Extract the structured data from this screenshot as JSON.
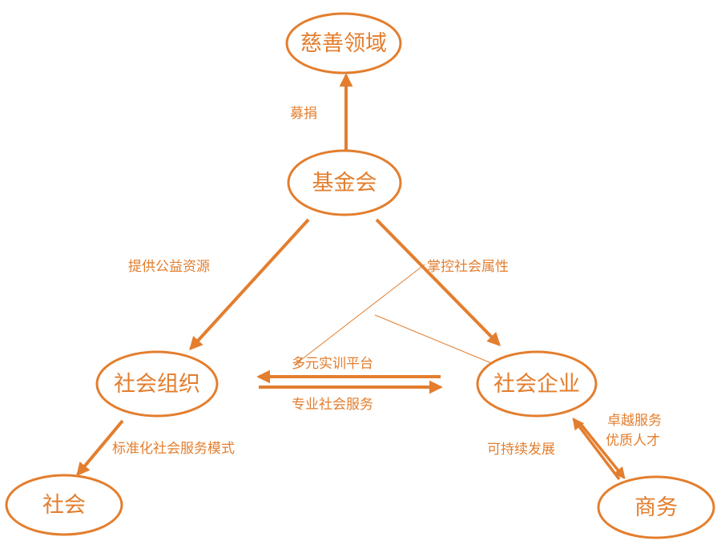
{
  "colors": {
    "primary": "#E37E2E",
    "text": "#E37E2E",
    "background": "#FFFFFF"
  },
  "nodes": {
    "charity": "慈善领域",
    "foundation": "基金会",
    "social_org": "社会组织",
    "social_enterprise": "社会企业",
    "society": "社会",
    "business": "商务"
  },
  "edges": {
    "fundraising": "募捐",
    "provide_resources": "提供公益资源",
    "control_attributes": "掌控社会属性",
    "training_platform": "多元实训平台",
    "professional_services": "专业社会服务",
    "service_model": "标准化社会服务模式",
    "excellent_service": "卓越服务",
    "quality_talent": "优质人才",
    "sustainable_development": "可持续发展"
  }
}
